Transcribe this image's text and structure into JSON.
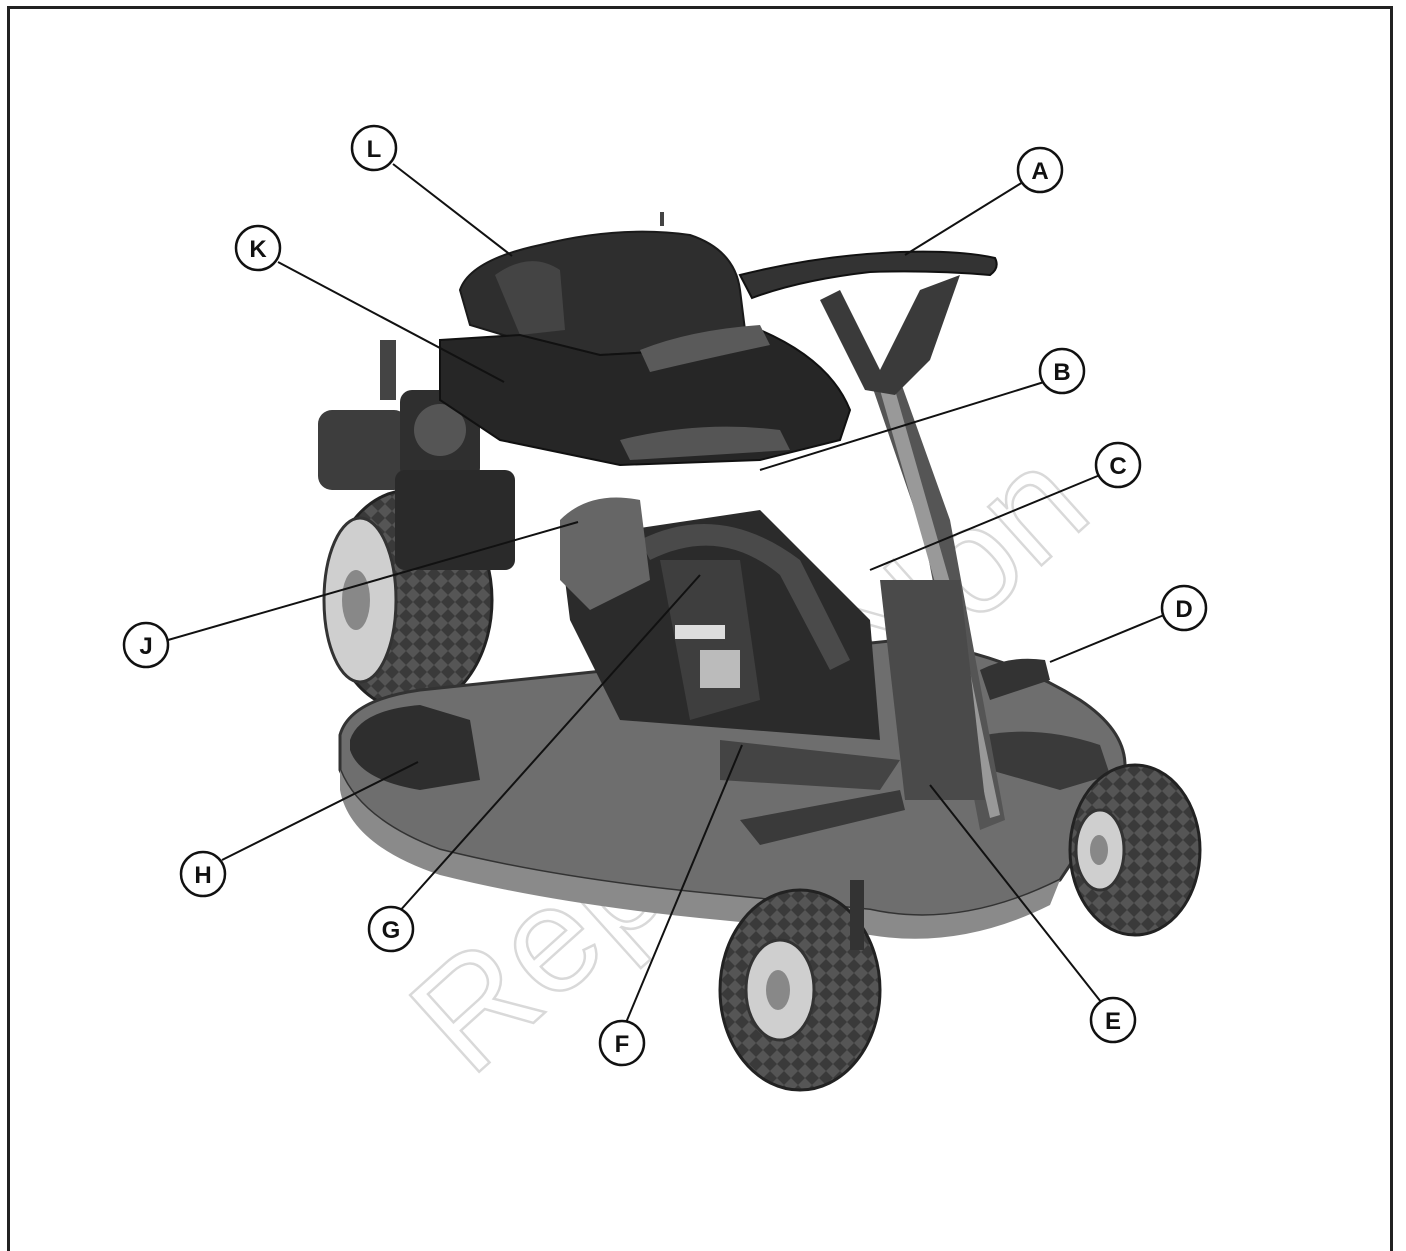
{
  "watermark": "Reprint. Non",
  "callouts": [
    {
      "id": "A",
      "label": "A"
    },
    {
      "id": "B",
      "label": "B"
    },
    {
      "id": "C",
      "label": "C"
    },
    {
      "id": "D",
      "label": "D"
    },
    {
      "id": "E",
      "label": "E"
    },
    {
      "id": "F",
      "label": "F"
    },
    {
      "id": "G",
      "label": "G"
    },
    {
      "id": "H",
      "label": "H"
    },
    {
      "id": "J",
      "label": "J"
    },
    {
      "id": "K",
      "label": "K"
    },
    {
      "id": "L",
      "label": "L"
    }
  ],
  "colors": {
    "frame": "#222222",
    "body_dark": "#2b2b2b",
    "deck_gray": "#6e6e6e",
    "tire": "#333333",
    "rim": "#cfcfcf"
  }
}
